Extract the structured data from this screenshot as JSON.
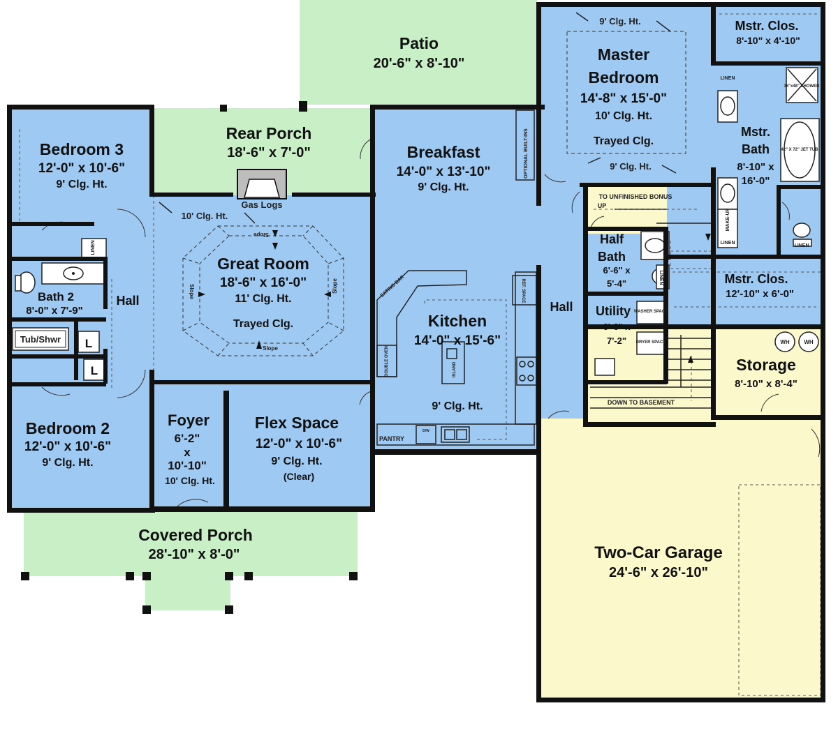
{
  "colors": {
    "interior": "#9ec9f3",
    "porch": "#c9efc6",
    "garage": "#fbf8cc",
    "stair": "#fbf8cc",
    "wall": "#111111",
    "background": "#ffffff"
  },
  "rooms": {
    "patio": {
      "name": "Patio",
      "dim": "20'-6\" x 8'-10\""
    },
    "rear_porch": {
      "name": "Rear Porch",
      "dim": "18'-6\" x 7'-0\""
    },
    "master_bedroom": {
      "name1": "Master",
      "name2": "Bedroom",
      "dim": "14'-8\" x 15'-0\"",
      "clg": "10' Clg. Ht.",
      "note": "Trayed Clg.",
      "clg_top": "9' Clg. Ht.",
      "clg_bottom": "9' Clg. Ht."
    },
    "master_closet_top": {
      "name": "Mstr. Clos.",
      "dim": "8'-10\" x 4'-10\""
    },
    "master_bath": {
      "name1": "Mstr.",
      "name2": "Bath",
      "dim1": "8'-10\" x",
      "dim2": "16'-0\""
    },
    "bedroom3": {
      "name": "Bedroom 3",
      "dim": "12'-0\" x 10'-6\"",
      "clg": "9' Clg. Ht."
    },
    "breakfast": {
      "name": "Breakfast",
      "dim": "14'-0\" x 13'-10\"",
      "clg": "9' Clg. Ht."
    },
    "great_room": {
      "name": "Great Room",
      "dim": "18'-6\" x 16'-0\"",
      "clg": "11' Clg. Ht.",
      "note": "Trayed Clg.",
      "clg_corner": "10' Clg. Ht."
    },
    "half_bath": {
      "name1": "Half",
      "name2": "Bath",
      "dim1": "6'-6\" x",
      "dim2": "5'-4\""
    },
    "master_closet_mid": {
      "name": "Mstr. Clos.",
      "dim": "12'-10\" x 6'-0\""
    },
    "bath2": {
      "name": "Bath 2",
      "dim": "8'-0\" x 7'-9\""
    },
    "hall_left": {
      "name": "Hall"
    },
    "hall_right": {
      "name": "Hall"
    },
    "kitchen": {
      "name": "Kitchen",
      "dim": "14'-0\" x 15'-6\"",
      "clg": "9' Clg. Ht."
    },
    "utility": {
      "name": "Utility",
      "dim1": "6'-6\" x",
      "dim2": "7'-2\""
    },
    "storage": {
      "name": "Storage",
      "dim": "8'-10\" x 8'-4\""
    },
    "bedroom2": {
      "name": "Bedroom 2",
      "dim": "12'-0\" x 10'-6\"",
      "clg": "9' Clg. Ht."
    },
    "foyer": {
      "name": "Foyer",
      "dim1": "6'-2\"",
      "dim2": "x",
      "dim3": "10'-10\"",
      "clg": "10' Clg. Ht."
    },
    "flex_space": {
      "name": "Flex Space",
      "dim": "12'-0\" x 10'-6\"",
      "clg": "9' Clg. Ht.",
      "note": "(Clear)"
    },
    "covered_porch": {
      "name": "Covered Porch",
      "dim": "28'-10\" x 8'-0\""
    },
    "garage": {
      "name": "Two-Car Garage",
      "dim": "24'-6\" x 26'-10\""
    }
  },
  "labels": {
    "gas_logs": "Gas Logs",
    "tub_shower": "Tub/Shwr",
    "linen": "LINEN",
    "l": "L",
    "slope": "Slope",
    "eating_bar": "EATING BAR",
    "ref_space": "REF. SPACE",
    "double_oven": "DOUBLE OVEN",
    "island": "ISLAND",
    "pantry": "PANTRY",
    "dw": "D/W",
    "optional_built_ins": "OPTIONAL BUILT-INS",
    "to_unfinished_bonus": "TO UNFINISHED BONUS",
    "up": "UP",
    "down_to_basement": "DOWN TO BASEMENT",
    "washer_space": "WASHER SPACE",
    "dryer_space": "DRYER SPACE",
    "make_up": "MAKE-UP",
    "shower": "36\"x48\" SHOWER",
    "jet_tub": "42\" X 72\" JET TUB",
    "wh": "WH"
  }
}
